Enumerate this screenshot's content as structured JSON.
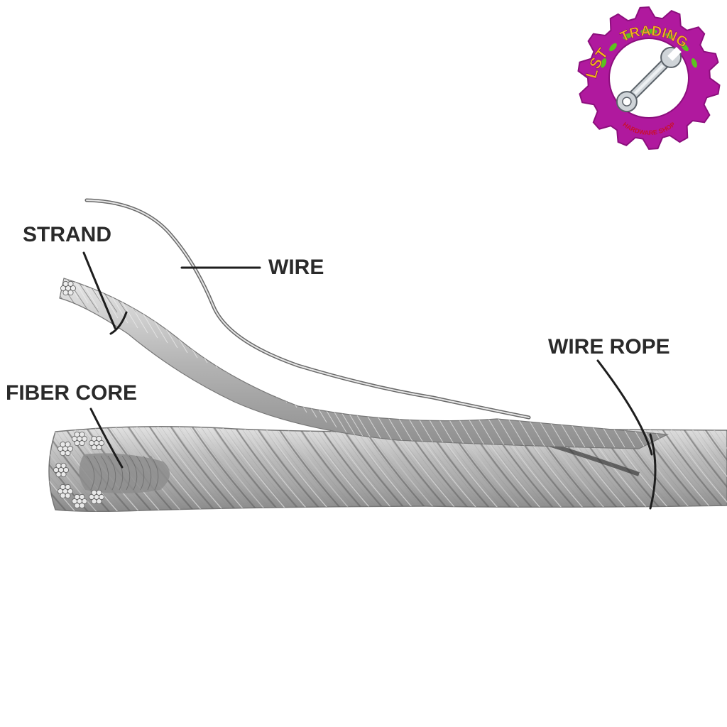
{
  "diagram": {
    "labels": {
      "strand": "STRAND",
      "wire": "WIRE",
      "wire_rope": "WIRE ROPE",
      "fiber_core": "FIBER CORE"
    }
  },
  "logo": {
    "brand_prefix": "LST",
    "brand_word": "TRADING",
    "tagline": "HARDWARE SHOP",
    "icon": "wrench-icon",
    "colors": {
      "gear": "#b0199e",
      "gear_edge": "#8c0f7d",
      "prefix_text": "#f5b21b",
      "brand_text": "#f5b21b",
      "tagline_text": "#c8102e",
      "leaf": "#5cc21f"
    }
  },
  "colors": {
    "background": "#ffffff",
    "label_text": "#2a2a2a",
    "leader_line": "#1e1e1e",
    "steel_light": "#d6d6d6",
    "steel_mid": "#9a9a9a",
    "steel_dark": "#5c5c5c",
    "fiber_core": "#7d7d7d"
  }
}
